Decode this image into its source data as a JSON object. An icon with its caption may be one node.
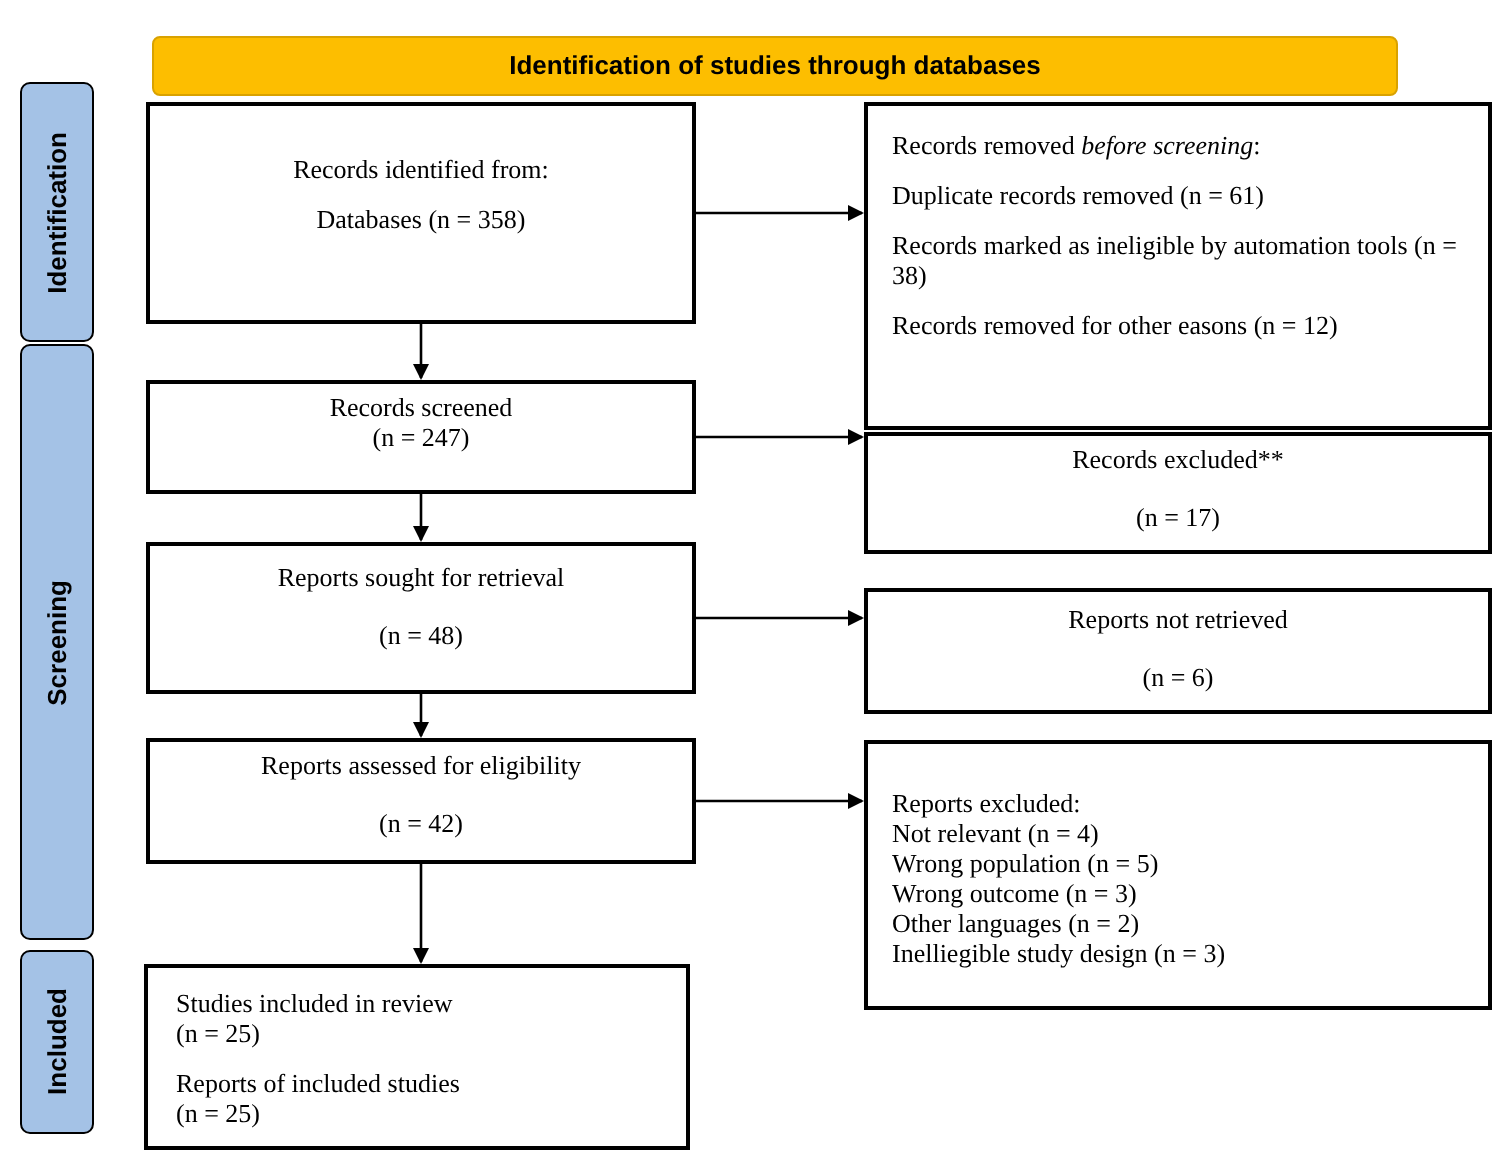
{
  "diagram": {
    "nodes": [
      {
        "text": [
          "Identification of studies through databases"
        ]
      },
      {
        "text": [
          "Identification"
        ]
      },
      {
        "text": [
          "Screening"
        ]
      },
      {
        "text": [
          "Included"
        ]
      },
      {
        "text": [
          "Records identified from:",
          "Databases (n = 358)"
        ]
      },
      {
        "text": [
          "Records removed *before screening*:",
          "Duplicate records removed (n = 61)",
          "Records marked as ineligible by automation tools (n = 38)",
          "Records removed for other easons (n = 12)"
        ]
      },
      {
        "text": [
          "Records screened",
          "(n = 247)"
        ]
      },
      {
        "text": [
          "Records excluded**",
          "(n = 17)"
        ]
      },
      {
        "text": [
          "Reports sought for retrieval",
          "(n = 48)"
        ]
      },
      {
        "text": [
          "Reports not retrieved",
          "(n = 6)"
        ]
      },
      {
        "text": [
          "Reports assessed for eligibility",
          "(n = 42)"
        ]
      },
      {
        "text": [
          "Reports excluded:",
          "Not relevant (n = 4)",
          "Wrong population (n = 5)",
          "Wrong outcome (n = 3)",
          "Other languages (n = 2)",
          "Inelliegible study design (n = 3)"
        ]
      },
      {
        "text": [
          "Studies included in review",
          "(n = 25)",
          "Reports of included studies",
          "(n = 25)"
        ]
      }
    ],
    "edges": [
      {
        "from": 4,
        "to": 5,
        "arrow": "to"
      },
      {
        "from": 4,
        "to": 6,
        "arrow": "to"
      },
      {
        "from": 6,
        "to": 7,
        "arrow": "to"
      },
      {
        "from": 6,
        "to": 8,
        "arrow": "to"
      },
      {
        "from": 8,
        "to": 9,
        "arrow": "to"
      },
      {
        "from": 8,
        "to": 10,
        "arrow": "to"
      },
      {
        "from": 10,
        "to": 11,
        "arrow": "to"
      },
      {
        "from": 10,
        "to": 12,
        "arrow": "to"
      }
    ]
  }
}
